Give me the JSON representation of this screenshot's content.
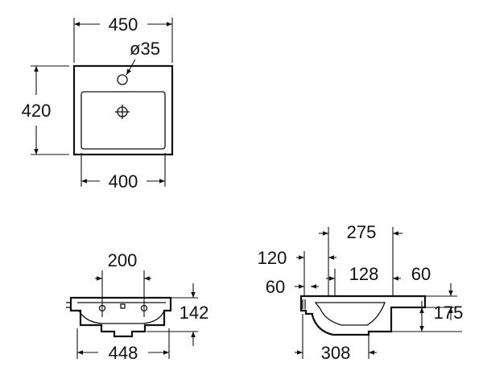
{
  "drawing": {
    "top_view": {
      "width_label": "450",
      "tap_hole_label": "ø35",
      "depth_label": "420",
      "inner_width_label": "400"
    },
    "front_view": {
      "tap_spacing_label": "200",
      "height_label": "142",
      "overall_width_label": "448"
    },
    "side_view": {
      "label_275": "275",
      "label_120": "120",
      "label_128": "128",
      "label_60_right": "60",
      "label_60_left": "60",
      "label_175": "175",
      "label_308": "308"
    }
  }
}
